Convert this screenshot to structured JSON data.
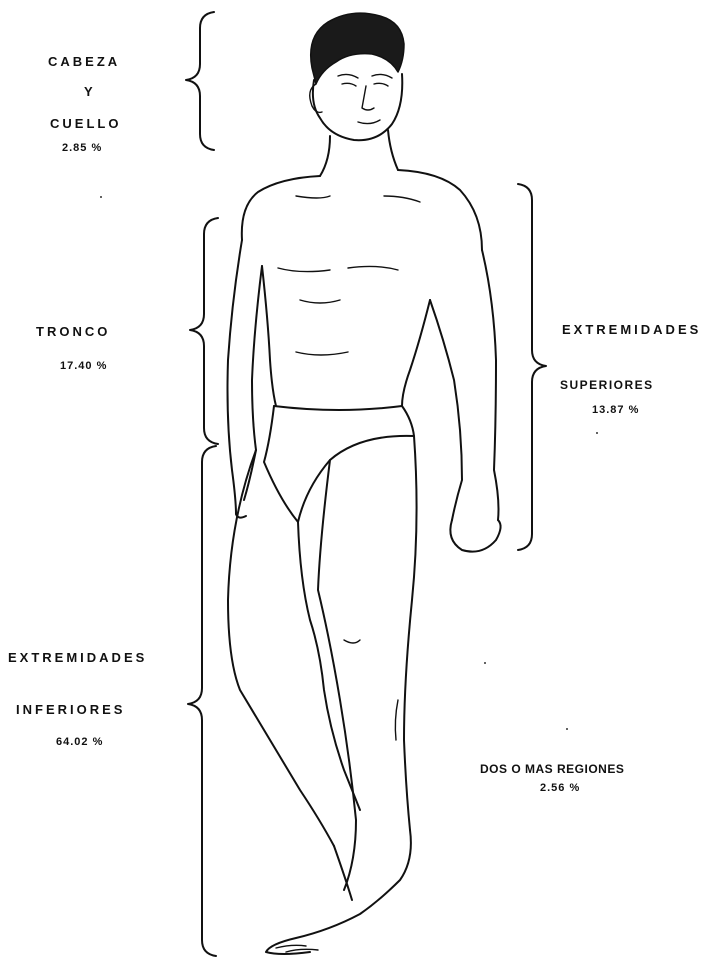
{
  "regions": {
    "head_neck": {
      "line1": "CABEZA",
      "line2": "Y",
      "line3": "CUELLO",
      "percent": "2.85 %"
    },
    "trunk": {
      "label": "TRONCO",
      "percent": "17.40 %"
    },
    "upper_limbs": {
      "line1": "EXTREMIDADES",
      "line2": "SUPERIORES",
      "percent": "13.87 %"
    },
    "lower_limbs": {
      "line1": "EXTREMIDADES",
      "line2": "INFERIORES",
      "percent": "64.02 %"
    },
    "multiple": {
      "label": "DOS O MAS REGIONES",
      "percent": "2.56 %"
    }
  },
  "chart_data": {
    "type": "table",
    "categories": [
      "CABEZA Y CUELLO",
      "TRONCO",
      "EXTREMIDADES SUPERIORES",
      "EXTREMIDADES INFERIORES",
      "DOS O MAS REGIONES"
    ],
    "values": [
      2.85,
      17.4,
      13.87,
      64.02,
      2.56
    ]
  }
}
